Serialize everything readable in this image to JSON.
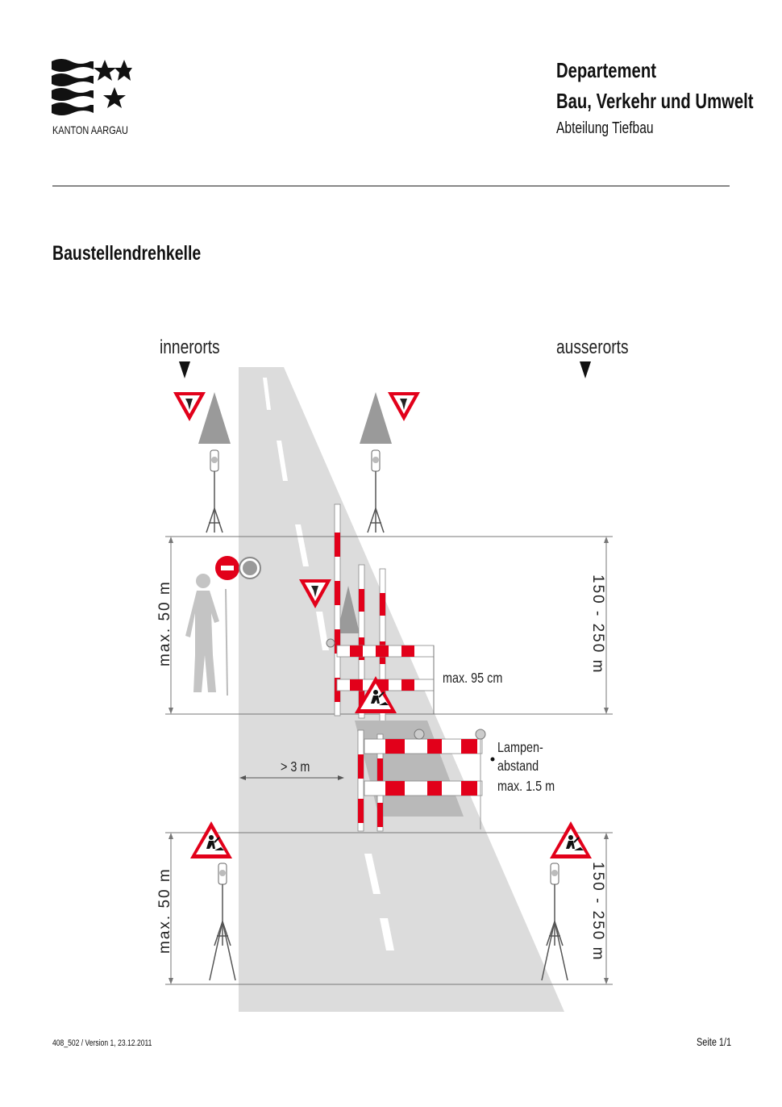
{
  "header": {
    "logo_text": "KANTON AARGAU",
    "department_line1": "Departement",
    "department_line2": "Bau, Verkehr und Umwelt",
    "division": "Abteilung Tiefbau"
  },
  "page_title": "Baustellendrehkelle",
  "diagram": {
    "label_inside_town": "innerorts",
    "label_outside_town": "ausserorts",
    "dist_left_top": "max. 50 m",
    "dist_left_bottom": "max. 50 m",
    "dist_right_top": "150 - 250 m",
    "dist_right_bottom": "150 - 250 m",
    "barrier_height": "max. 95 cm",
    "lamp_spacing_line1": "Lampen-",
    "lamp_spacing_line2": "abstand",
    "lamp_spacing_line3": "max. 1.5 m",
    "lateral_distance": "> 3 m"
  },
  "footer": {
    "doc_ref": "408_502  / Version 1, 23.12.2011",
    "page": "Seite 1/1"
  },
  "colors": {
    "sign_red": "#e2001a",
    "road_grey": "#dcdcdc",
    "mid_grey": "#9a9a9a"
  }
}
